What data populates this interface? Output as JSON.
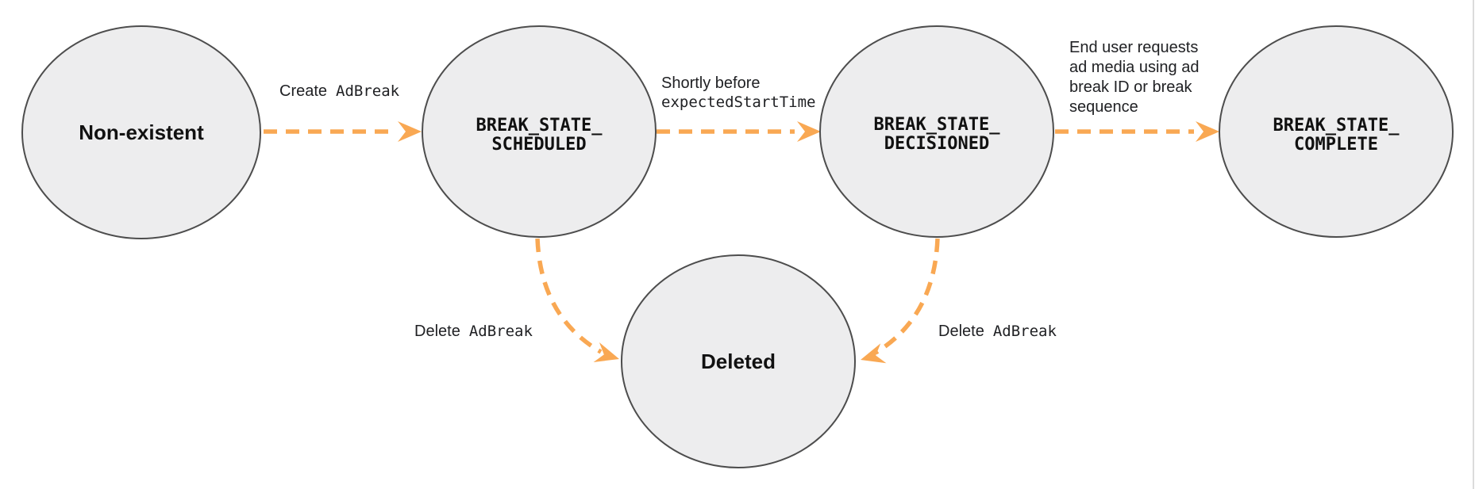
{
  "diagram": {
    "colors": {
      "node_fill": "#EDEDEE",
      "node_stroke": "#4D4D4D",
      "arrow": "#F9A853",
      "label_text": "#202124",
      "node_text": "#111111",
      "page_edge_line": "#DBDBDB"
    },
    "nodes": [
      {
        "id": "non-existent",
        "line1": "Non-existent",
        "line2": ""
      },
      {
        "id": "break-state-scheduled",
        "line1": "BREAK_STATE_",
        "line2": "SCHEDULED"
      },
      {
        "id": "break-state-decisioned",
        "line1": "BREAK_STATE_",
        "line2": "DECISIONED"
      },
      {
        "id": "break-state-complete",
        "line1": "BREAK_STATE_",
        "line2": "COMPLETE"
      },
      {
        "id": "deleted",
        "line1": "Deleted",
        "line2": ""
      }
    ],
    "edges": [
      {
        "id": "create-adbreak",
        "from": "non-existent",
        "to": "break-state-scheduled",
        "label_plain": "Create",
        "label_code": "AdBreak"
      },
      {
        "id": "shortly-before-expected-start-time",
        "from": "break-state-scheduled",
        "to": "break-state-decisioned",
        "label_plain": "Shortly before",
        "label_code": "expectedStartTime"
      },
      {
        "id": "end-user-requests-ad-media",
        "from": "break-state-decisioned",
        "to": "break-state-complete",
        "label_lines": [
          "End user requests",
          "ad media using ad",
          "break ID or break",
          "sequence"
        ]
      },
      {
        "id": "delete-adbreak-from-scheduled",
        "from": "break-state-scheduled",
        "to": "deleted",
        "label_plain": "Delete",
        "label_code": "AdBreak"
      },
      {
        "id": "delete-adbreak-from-decisioned",
        "from": "break-state-decisioned",
        "to": "deleted",
        "label_plain": "Delete",
        "label_code": "AdBreak"
      }
    ]
  }
}
